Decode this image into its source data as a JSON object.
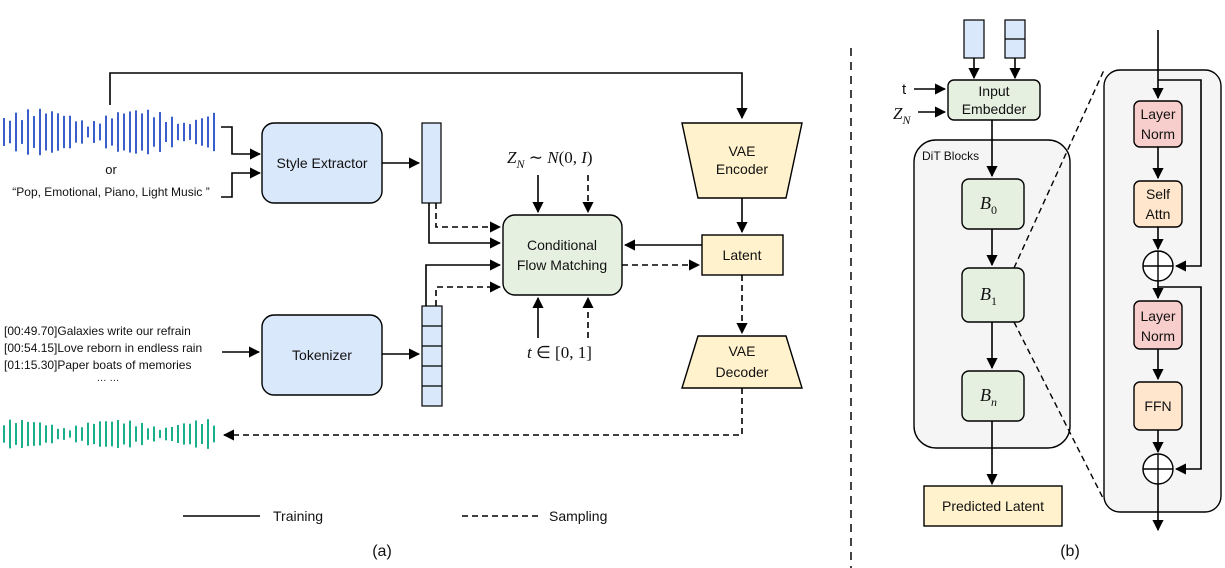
{
  "panel_a": {
    "or_text": "or",
    "prompt_text": "“Pop, Emotional, Piano, Light Music ”",
    "style_extractor": "Style Extractor",
    "tokenizer": "Tokenizer",
    "cfm_line1": "Conditional",
    "cfm_line2": "Flow Matching",
    "vae_encoder_line1": "VAE",
    "vae_encoder_line2": "Encoder",
    "vae_decoder_line1": "VAE",
    "vae_decoder_line2": "Decoder",
    "latent": "Latent",
    "noise_label": "Z_N ~ N(0, I)",
    "time_label": "t ∈ [0, 1]",
    "lyrics": [
      "[00:49.70]Galaxies write our refrain",
      "[00:54.15]Love reborn in endless rain",
      "[01:15.30]Paper boats of memories",
      "… …"
    ],
    "legend_training": "Training",
    "legend_sampling": "Sampling",
    "caption": "(a)"
  },
  "panel_b": {
    "t_label": "t",
    "zn_label": "Z_N",
    "input_embedder_line1": "Input",
    "input_embedder_line2": "Embedder",
    "dit_blocks": "DiT Blocks",
    "blocks": [
      "B_0",
      "B_1",
      "B_n"
    ],
    "predicted_latent": "Predicted Latent",
    "layer_norm_line1": "Layer",
    "layer_norm_line2": "Norm",
    "self_attn_line1": "Self",
    "self_attn_line2": "Attn",
    "ffn": "FFN",
    "caption": "(b)"
  },
  "colors": {
    "blue_fill": "#dae8fc",
    "blue_stroke": "#6c8ebf",
    "green_fill": "#e6f0e1",
    "green_stroke": "#82b366",
    "yellow_fill": "#fff2cc",
    "yellow_stroke": "#d6b656",
    "red_fill": "#f8cecc",
    "red_stroke": "#b85450",
    "orange_fill": "#ffe6cc",
    "orange_stroke": "#d79b00",
    "gray_fill": "#f5f5f5",
    "wave_blue": "#3a5fcd",
    "wave_teal": "#1aaf8b"
  }
}
